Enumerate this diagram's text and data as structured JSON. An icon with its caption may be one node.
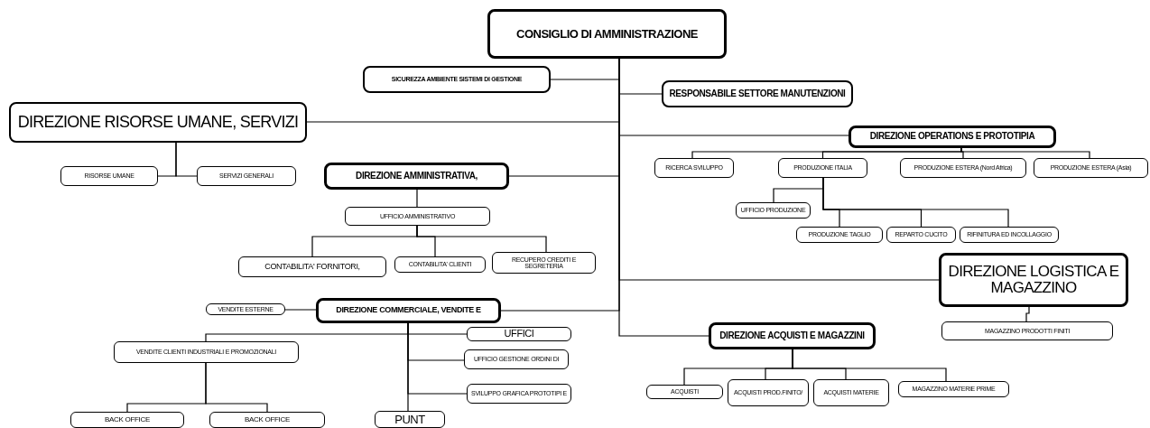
{
  "diagram": {
    "nodes": [
      {
        "text": [
          "CONSIGLIO DI AMMINISTRAZIONE"
        ]
      },
      {
        "text": [
          "SICUREZZA AMBIENTE SISTEMI DI GESTIONE"
        ]
      },
      {
        "text": [
          "RESPONSABILE SETTORE MANUTENZIONI"
        ]
      },
      {
        "text": [
          "DIREZIONE RISORSE UMANE, SERVIZI"
        ]
      },
      {
        "text": [
          "RISORSE UMANE"
        ]
      },
      {
        "text": [
          "SERVIZI GENERALI"
        ]
      },
      {
        "text": [
          "DIREZIONE AMMINISTRATIVA,"
        ]
      },
      {
        "text": [
          "UFFICIO AMMINISTRATIVO"
        ]
      },
      {
        "text": [
          "CONTABILITA' FORNITORI,"
        ]
      },
      {
        "text": [
          "CONTABILITA' CLIENTI"
        ]
      },
      {
        "text": [
          "RECUPERO CREDITI E SEGRETERIA"
        ]
      },
      {
        "text": [
          "DIREZIONE OPERATIONS E PROTOTIPIA"
        ]
      },
      {
        "text": [
          "RICERCA SVILUPPO"
        ]
      },
      {
        "text": [
          "PRODUZIONE ITALIA"
        ]
      },
      {
        "text": [
          "PRODUZIONE ESTERA (Nord Africa)"
        ]
      },
      {
        "text": [
          "PRODUZIONE ESTERA (Asia)"
        ]
      },
      {
        "text": [
          "UFFICIO PRODUZIONE"
        ]
      },
      {
        "text": [
          "PRODUZIONE TAGLIO"
        ]
      },
      {
        "text": [
          "REPARTO CUCITO"
        ]
      },
      {
        "text": [
          "RIFINITURA ED INCOLLAGGIO"
        ]
      },
      {
        "text": [
          "DIREZIONE LOGISTICA E MAGAZZINO"
        ]
      },
      {
        "text": [
          "MAGAZZINO PRODOTTI FINITI"
        ]
      },
      {
        "text": [
          "VENDITE ESTERNE"
        ]
      },
      {
        "text": [
          "DIREZIONE COMMERCIALE, VENDITE E"
        ]
      },
      {
        "text": [
          "UFFICI"
        ]
      },
      {
        "text": [
          "VENDITE CLIENTI INDUSTRIALI E PROMOZIONALI"
        ]
      },
      {
        "text": [
          "UFFICIO GESTIONE ORDINI DI"
        ]
      },
      {
        "text": [
          "SVILUPPO GRAFICA PROTOTIPI E"
        ]
      },
      {
        "text": [
          "BACK OFFICE"
        ]
      },
      {
        "text": [
          "BACK OFFICE"
        ]
      },
      {
        "text": [
          "PUNT"
        ]
      },
      {
        "text": [
          "DIREZIONE ACQUISTI E MAGAZZINI"
        ]
      },
      {
        "text": [
          "ACQUISTI"
        ]
      },
      {
        "text": [
          "ACQUISTI PROD.FINITO/"
        ]
      },
      {
        "text": [
          "ACQUISTI MATERIE"
        ]
      },
      {
        "text": [
          "MAGAZZINO MATERIE PRIME"
        ]
      }
    ],
    "edges": [
      {
        "from": 0,
        "to": 1,
        "arrow": "none"
      },
      {
        "from": 0,
        "to": 2,
        "arrow": "none"
      },
      {
        "from": 0,
        "to": 3,
        "arrow": "none"
      },
      {
        "from": 0,
        "to": 11,
        "arrow": "none"
      },
      {
        "from": 0,
        "to": 6,
        "arrow": "none"
      },
      {
        "from": 0,
        "to": 20,
        "arrow": "none"
      },
      {
        "from": 0,
        "to": 23,
        "arrow": "none"
      },
      {
        "from": 0,
        "to": 31,
        "arrow": "none"
      },
      {
        "from": 3,
        "to": 4,
        "arrow": "none"
      },
      {
        "from": 3,
        "to": 5,
        "arrow": "none"
      },
      {
        "from": 6,
        "to": 7,
        "arrow": "none"
      },
      {
        "from": 7,
        "to": 8,
        "arrow": "none"
      },
      {
        "from": 7,
        "to": 9,
        "arrow": "none"
      },
      {
        "from": 7,
        "to": 10,
        "arrow": "none"
      },
      {
        "from": 11,
        "to": 12,
        "arrow": "none"
      },
      {
        "from": 11,
        "to": 13,
        "arrow": "none"
      },
      {
        "from": 11,
        "to": 14,
        "arrow": "none"
      },
      {
        "from": 11,
        "to": 15,
        "arrow": "none"
      },
      {
        "from": 13,
        "to": 16,
        "arrow": "none"
      },
      {
        "from": 13,
        "to": 17,
        "arrow": "none"
      },
      {
        "from": 13,
        "to": 18,
        "arrow": "none"
      },
      {
        "from": 13,
        "to": 19,
        "arrow": "none"
      },
      {
        "from": 20,
        "to": 21,
        "arrow": "none"
      },
      {
        "from": 23,
        "to": 22,
        "arrow": "none"
      },
      {
        "from": 23,
        "to": 25,
        "arrow": "none"
      },
      {
        "from": 23,
        "to": 24,
        "arrow": "none"
      },
      {
        "from": 23,
        "to": 26,
        "arrow": "none"
      },
      {
        "from": 23,
        "to": 27,
        "arrow": "none"
      },
      {
        "from": 23,
        "to": 30,
        "arrow": "none"
      },
      {
        "from": 25,
        "to": 28,
        "arrow": "none"
      },
      {
        "from": 25,
        "to": 29,
        "arrow": "none"
      },
      {
        "from": 31,
        "to": 32,
        "arrow": "none"
      },
      {
        "from": 31,
        "to": 33,
        "arrow": "none"
      },
      {
        "from": 31,
        "to": 34,
        "arrow": "none"
      },
      {
        "from": 31,
        "to": 35,
        "arrow": "none"
      }
    ]
  }
}
